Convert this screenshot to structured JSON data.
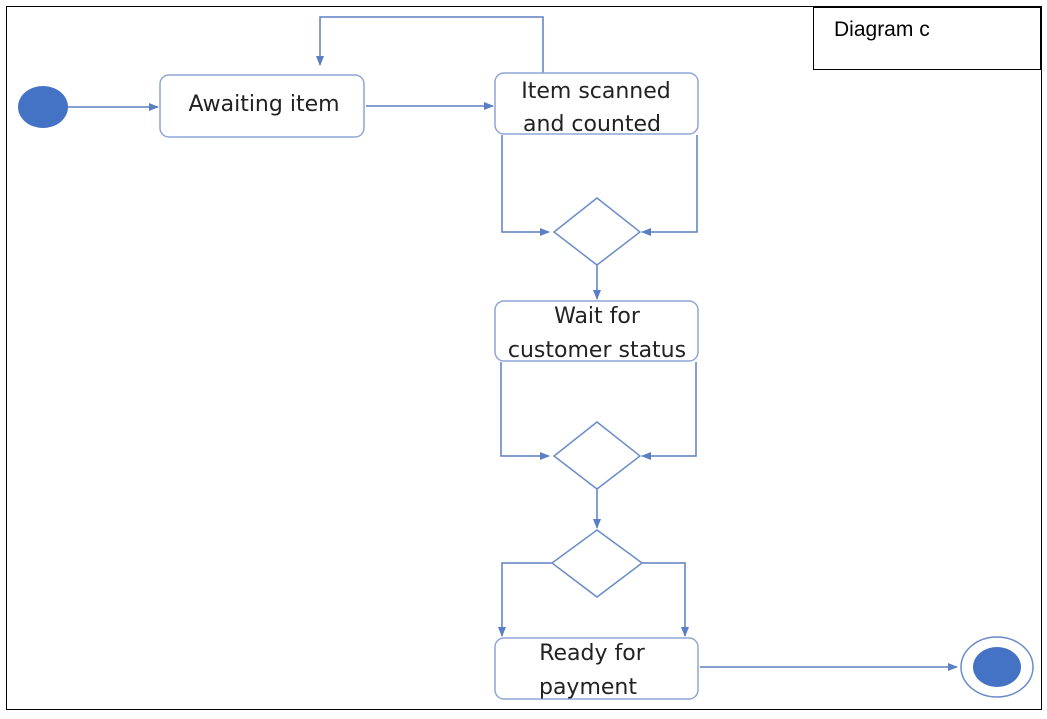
{
  "title": "Diagram c",
  "states": {
    "awaiting": {
      "line1": "Awaiting item"
    },
    "scanned": {
      "line1": "Item scanned",
      "line2": "and counted"
    },
    "wait": {
      "line1": "Wait for",
      "line2": "customer status"
    },
    "ready": {
      "line1": "Ready for",
      "line2": "payment"
    }
  },
  "colors": {
    "line": "#5b7fc4",
    "box_border": "#8fa6d6",
    "node_fill": "#4472c4"
  }
}
